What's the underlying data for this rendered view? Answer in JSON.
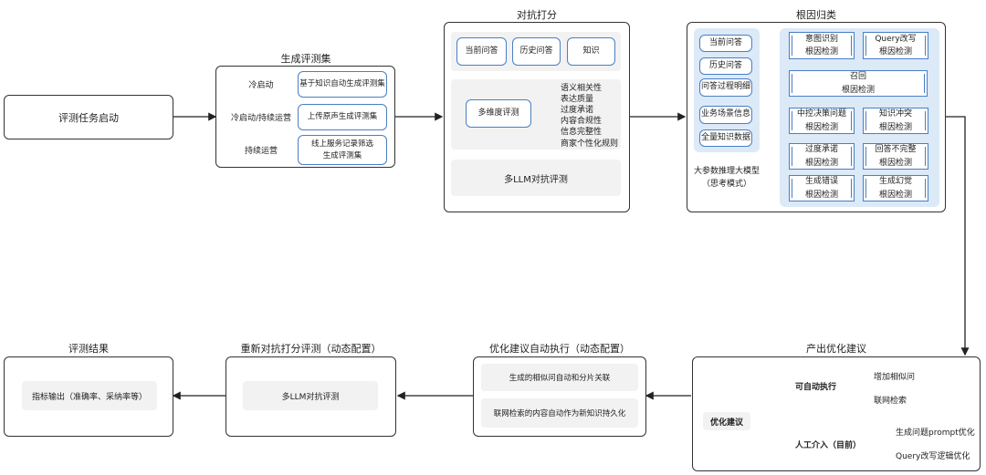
{
  "start": {
    "label": "评测任务启动"
  },
  "gen": {
    "title": "生成评测集",
    "rows": [
      {
        "label": "冷启动",
        "box": "基于知识自动生成评测集"
      },
      {
        "label": "冷启动/持续运营",
        "box": "上传原声生成评测集"
      },
      {
        "label": "持续运营",
        "box": "线上服务记录筛选\n生成评测集"
      }
    ]
  },
  "adv": {
    "title": "对抗打分",
    "pills": [
      "当前问答",
      "历史问答",
      "知识"
    ],
    "multi": "多维度评测",
    "dims": [
      "语义相关性",
      "表达质量",
      "过度承诺",
      "内容合规性",
      "信息完整性",
      "商家个性化规则"
    ],
    "llm": "多LLM对抗评测"
  },
  "root": {
    "title": "根因归类",
    "inputs_a": [
      "当前问答",
      "历史问答",
      "问答过程明细"
    ],
    "inputs_b": [
      "业务场景信息",
      "全量知识数据"
    ],
    "model": "大参数推理大模型\n（思考模式）",
    "cells": {
      "intent": "意图识别\n根因检测",
      "query": "Query改写\n根因检测",
      "recall": "召回\n根因检测",
      "control": "中控决策问题\n根因检测",
      "conflict": "知识冲突\n根因检测",
      "overpromise": "过度承诺\n根因检测",
      "incomplete": "回答不完整\n根因检测",
      "generr": "生成错误\n根因检测",
      "hallu": "生成幻觉\n根因检测"
    }
  },
  "suggest": {
    "title": "产出优化建议",
    "root": "优化建议",
    "auto": "可自动执行",
    "auto_items": [
      "增加相似问",
      "联网检索"
    ],
    "manual": "人工介入（目前）",
    "manual_items": [
      "生成问题prompt优化",
      "Query改写逻辑优化"
    ]
  },
  "autoexec": {
    "title": "优化建议自动执行（动态配置）",
    "items": [
      "生成的相似问自动和分片关联",
      "联网检索的内容自动作为新知识持久化"
    ]
  },
  "reeval": {
    "title": "重新对抗打分评测（动态配置）",
    "item": "多LLM对抗评测"
  },
  "result": {
    "title": "评测结果",
    "item": "指标输出（准确率、采纳率等）"
  }
}
